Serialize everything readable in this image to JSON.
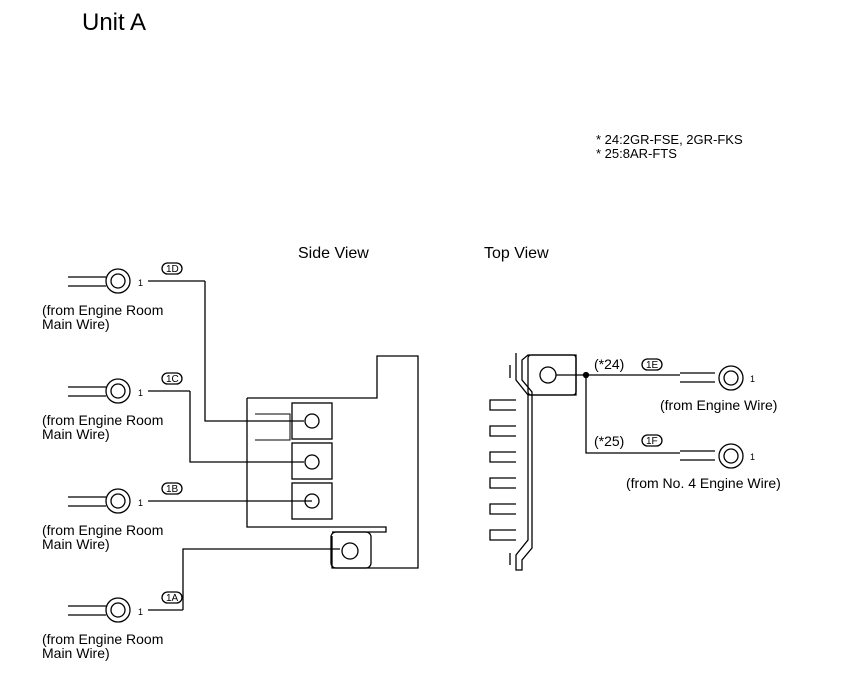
{
  "title": "Unit A",
  "notes": [
    "* 24:2GR-FSE, 2GR-FKS",
    "* 25:8AR-FTS"
  ],
  "views": {
    "side": "Side View",
    "top": "Top View"
  },
  "pin_label": "1",
  "left_connectors": [
    {
      "code": "1D",
      "source_line1": "(from Engine Room",
      "source_line2": "Main Wire)"
    },
    {
      "code": "1C",
      "source_line1": "(from Engine Room",
      "source_line2": "Main Wire)"
    },
    {
      "code": "1B",
      "source_line1": "(from Engine Room",
      "source_line2": "Main Wire)"
    },
    {
      "code": "1A",
      "source_line1": "(from Engine Room",
      "source_line2": "Main Wire)"
    }
  ],
  "right_connectors": [
    {
      "code": "1E",
      "variant": "(*24)",
      "source": "(from Engine Wire)"
    },
    {
      "code": "1F",
      "variant": "(*25)",
      "source": "(from No. 4 Engine Wire)"
    }
  ]
}
